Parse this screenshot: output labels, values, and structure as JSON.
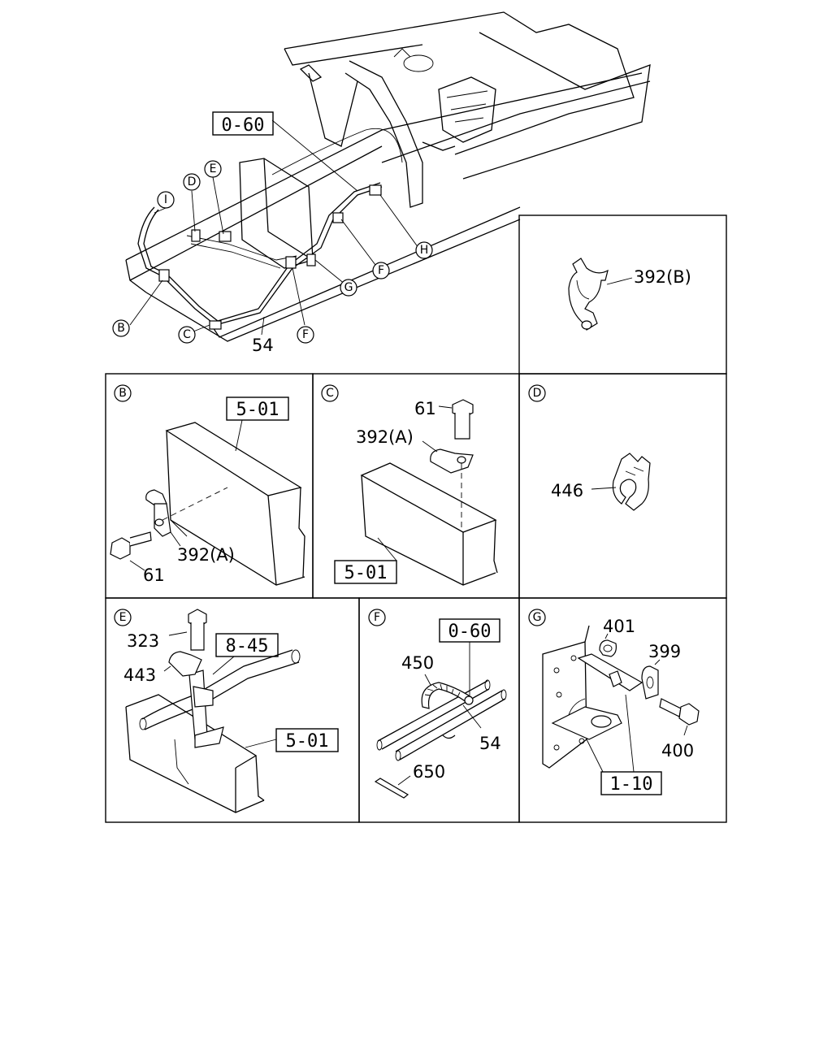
{
  "main": {
    "refs": {
      "r060": "0-60"
    },
    "callouts": [
      "I",
      "D",
      "E",
      "B",
      "C",
      "F",
      "G",
      "H"
    ],
    "labels": {
      "l54": "54"
    }
  },
  "detailB": {
    "letter": "B",
    "ref": "5-01",
    "p392a": "392(A)",
    "p61": "61"
  },
  "detailC": {
    "letter": "C",
    "ref": "5-01",
    "p392a": "392(A)",
    "p61": "61"
  },
  "detailD": {
    "letter": "D",
    "p446": "446"
  },
  "detailH": {
    "p392b": "392(B)"
  },
  "detailE": {
    "letter": "E",
    "ref845": "8-45",
    "ref501": "5-01",
    "p323": "323",
    "p443": "443"
  },
  "detailF": {
    "letter": "F",
    "ref": "0-60",
    "p450": "450",
    "p54": "54",
    "p650": "650"
  },
  "detailG": {
    "letter": "G",
    "ref": "1-10",
    "p401": "401",
    "p399": "399",
    "p400": "400"
  }
}
